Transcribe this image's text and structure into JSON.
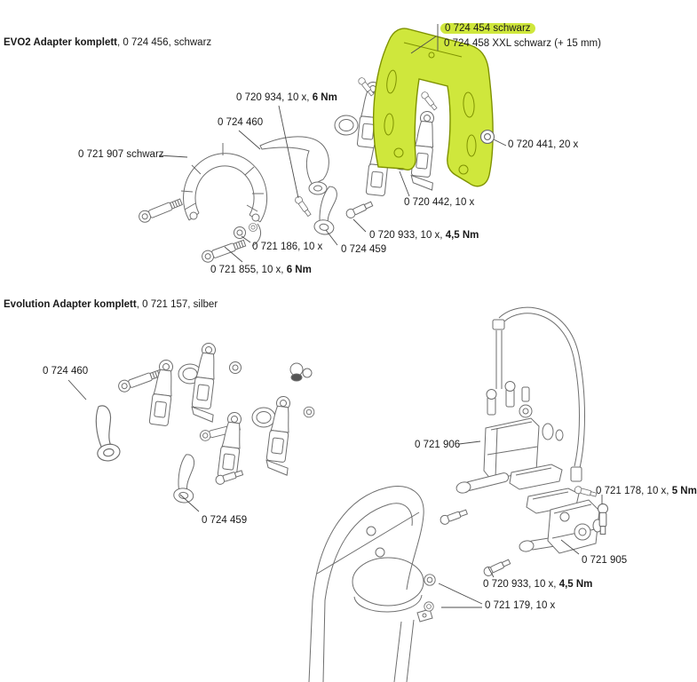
{
  "document": {
    "background": "#ffffff",
    "highlight_color": "#cfe73c",
    "highlight_stroke": "#7f9200",
    "line_color": "#6e6e6e"
  },
  "sections": [
    {
      "name": "evo2",
      "title_bold": "EVO2 Adapter komplett",
      "title_rest": ", 0 724 456, schwarz",
      "labels": [
        {
          "text": "0 724 454 schwarz",
          "bold": "",
          "highlighted": true
        },
        {
          "text": "0 724 458 XXL schwarz (+ 15 mm)",
          "bold": ""
        },
        {
          "text": "0 720 934, 10 x, ",
          "bold": "6 Nm"
        },
        {
          "text": "0 724 460",
          "bold": ""
        },
        {
          "text": "0 721 907 schwarz",
          "bold": ""
        },
        {
          "text": "0 720 441, 20 x",
          "bold": ""
        },
        {
          "text": "0 720 442, 10 x",
          "bold": ""
        },
        {
          "text": "0 720 933, 10 x, ",
          "bold": "4,5 Nm"
        },
        {
          "text": "0 724 459",
          "bold": ""
        },
        {
          "text": "0 721 186, 10 x",
          "bold": ""
        },
        {
          "text": "0 721 855, 10 x, ",
          "bold": "6 Nm"
        }
      ]
    },
    {
      "name": "evolution",
      "title_bold": "Evolution Adapter komplett",
      "title_rest": ", 0 721 157, silber",
      "labels": [
        {
          "text": "0 724 460",
          "bold": ""
        },
        {
          "text": "0 724 459",
          "bold": ""
        },
        {
          "text": "0 721 906",
          "bold": ""
        },
        {
          "text": "0 721 178, 10 x, ",
          "bold": "5 Nm"
        },
        {
          "text": "0 721 905",
          "bold": ""
        },
        {
          "text": "0 720 933, 10 x, ",
          "bold": "4,5 Nm"
        },
        {
          "text": "0 721 179, 10 x",
          "bold": ""
        }
      ]
    }
  ]
}
